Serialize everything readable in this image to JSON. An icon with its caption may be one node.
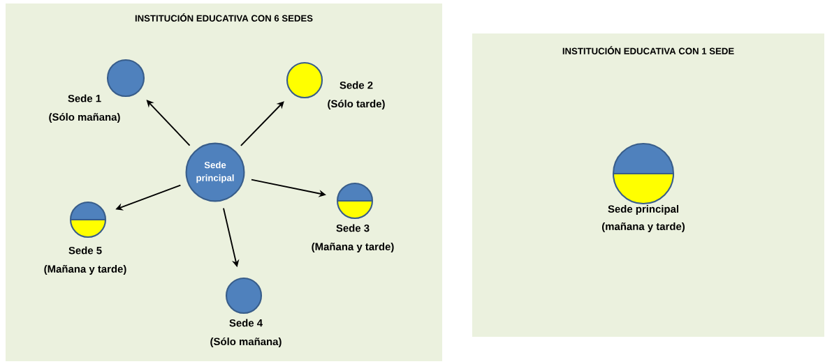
{
  "diagram": {
    "nodes": [
      {
        "text": [
          "INSTITUCIÓN EDUCATIVA CON 6 SEDES"
        ]
      },
      {
        "text": [
          "Sede principal"
        ],
        "in": 0
      },
      {
        "text": [],
        "shape": "circle",
        "beside": [
          "Sede 1",
          "(Sólo mañana)"
        ],
        "in": 0
      },
      {
        "text": [],
        "shape": "circle",
        "beside": [
          "Sede 2",
          "(Sólo tarde)"
        ],
        "in": 0
      },
      {
        "text": [],
        "shape": "circle",
        "beside": [
          "Sede 3",
          "(Mañana y tarde)"
        ],
        "in": 0
      },
      {
        "text": [],
        "shape": "circle",
        "beside": [
          "Sede 4",
          "(Sólo mañana)"
        ],
        "in": 0
      },
      {
        "text": [],
        "shape": "circle",
        "beside": [
          "Sede 5",
          "(Mañana y tarde)"
        ],
        "in": 0
      },
      {
        "text": [
          "INSTITUCIÓN EDUCATIVA CON 1 SEDE"
        ]
      },
      {
        "text": [],
        "shape": "circle",
        "beside": [
          "Sede principal",
          "(mañana y tarde)"
        ],
        "in": 7
      }
    ],
    "edges": [
      {
        "from": 1,
        "to": 2,
        "arrow": "to"
      },
      {
        "from": 1,
        "to": 3,
        "arrow": "to"
      },
      {
        "from": 1,
        "to": 4,
        "arrow": "to"
      },
      {
        "from": 1,
        "to": 5,
        "arrow": "to"
      },
      {
        "from": 1,
        "to": 6,
        "arrow": "to"
      }
    ]
  }
}
